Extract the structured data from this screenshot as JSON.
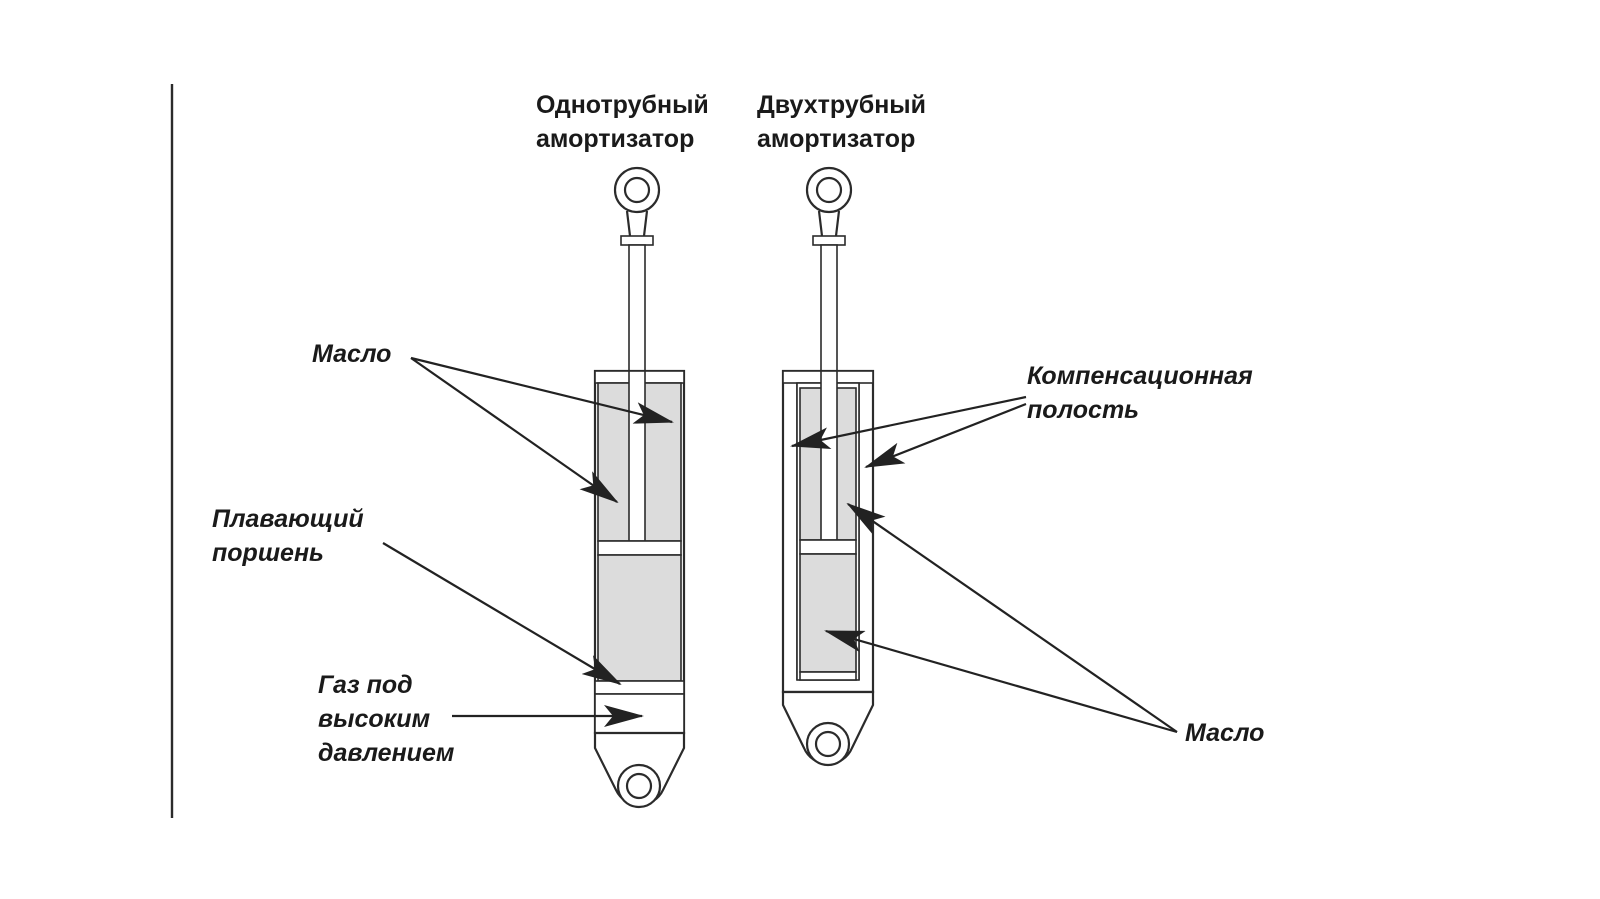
{
  "titles": {
    "mono_line1": "Однотрубный",
    "mono_line2": "амортизатор",
    "twin_line1": "Двухтрубный",
    "twin_line2": "амортизатор"
  },
  "labels": {
    "oil_left": "Масло",
    "floating_piston_line1": "Плавающий",
    "floating_piston_line2": "поршень",
    "gas_line1": "Газ под",
    "gas_line2": "высоким",
    "gas_line3": "давлением",
    "compensation_line1": "Компенсационная",
    "compensation_line2": "полость",
    "oil_right": "Масло"
  },
  "colors": {
    "fluid_fill": "#dcdcdc",
    "line": "#2b2b2b"
  }
}
